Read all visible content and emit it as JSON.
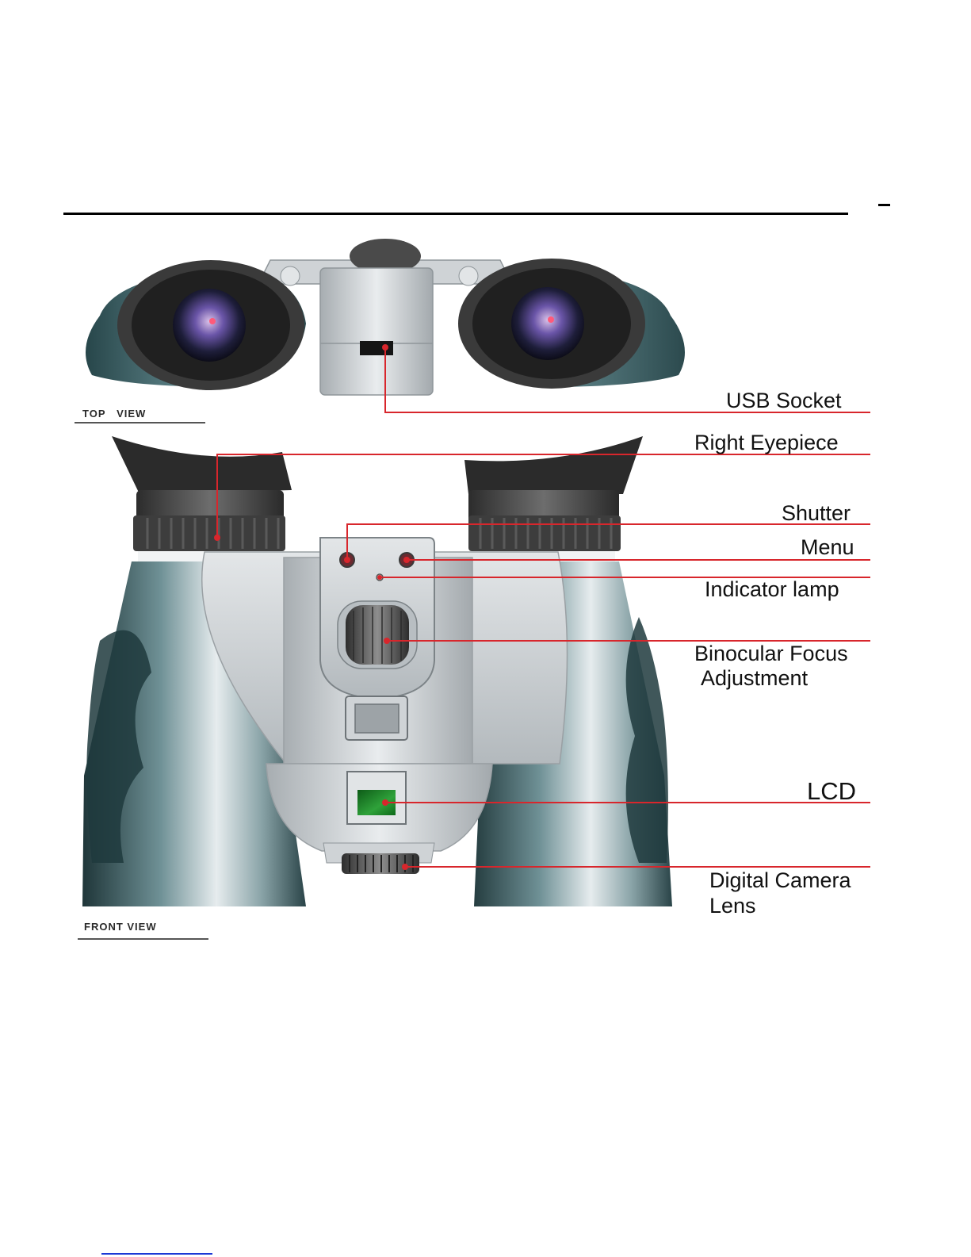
{
  "labels": {
    "usb_socket": "USB Socket",
    "right_eyepiece": "Right Eyepiece",
    "shutter": "Shutter",
    "menu": "Menu",
    "indicator_lamp": "Indicator lamp",
    "focus_line1": "Binocular Focus",
    "focus_line2": "Adjustment",
    "lcd": "LCD",
    "camera_lens_line1": "Digital Camera",
    "camera_lens_line2": "Lens"
  },
  "views": {
    "top": "TOP   VIEW",
    "front": "FRONT VIEW"
  },
  "colors": {
    "callout_line": "#d8262c",
    "body_silver": "#c9cdd0",
    "body_dark": "#3a5a5e",
    "lcd_green": "#1f8a2a"
  }
}
